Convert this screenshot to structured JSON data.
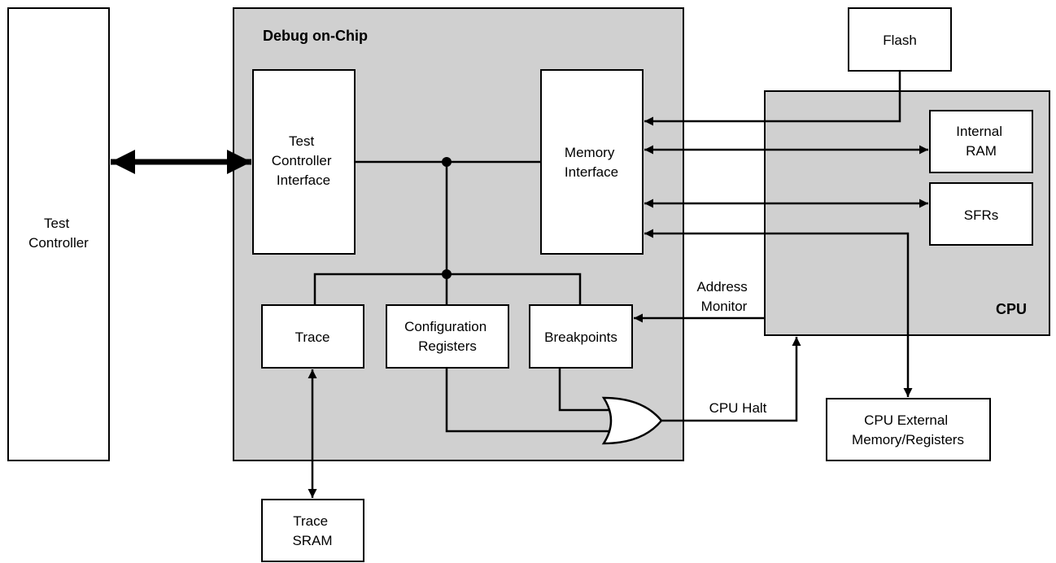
{
  "debug_block": {
    "title": "Debug on-Chip"
  },
  "cpu_block": {
    "title": "CPU"
  },
  "boxes": {
    "test_controller": [
      "Test",
      "Controller"
    ],
    "tc_interface": [
      "Test",
      "Controller",
      "Interface"
    ],
    "memory_interface": [
      "Memory",
      "Interface"
    ],
    "trace": [
      "Trace"
    ],
    "config_registers": [
      "Configuration",
      "Registers"
    ],
    "breakpoints": [
      "Breakpoints"
    ],
    "flash": [
      "Flash"
    ],
    "internal_ram": [
      "Internal",
      "RAM"
    ],
    "sfrs": [
      "SFRs"
    ],
    "cpu_external": [
      "CPU External",
      "Memory/Registers"
    ],
    "trace_sram": [
      "Trace",
      "SRAM"
    ]
  },
  "signals": {
    "address_monitor": [
      "Address",
      "Monitor"
    ],
    "cpu_halt": "CPU Halt"
  },
  "colors": {
    "block_fill": "#d0d0d0",
    "stroke": "#000000",
    "box_fill": "#ffffff"
  }
}
